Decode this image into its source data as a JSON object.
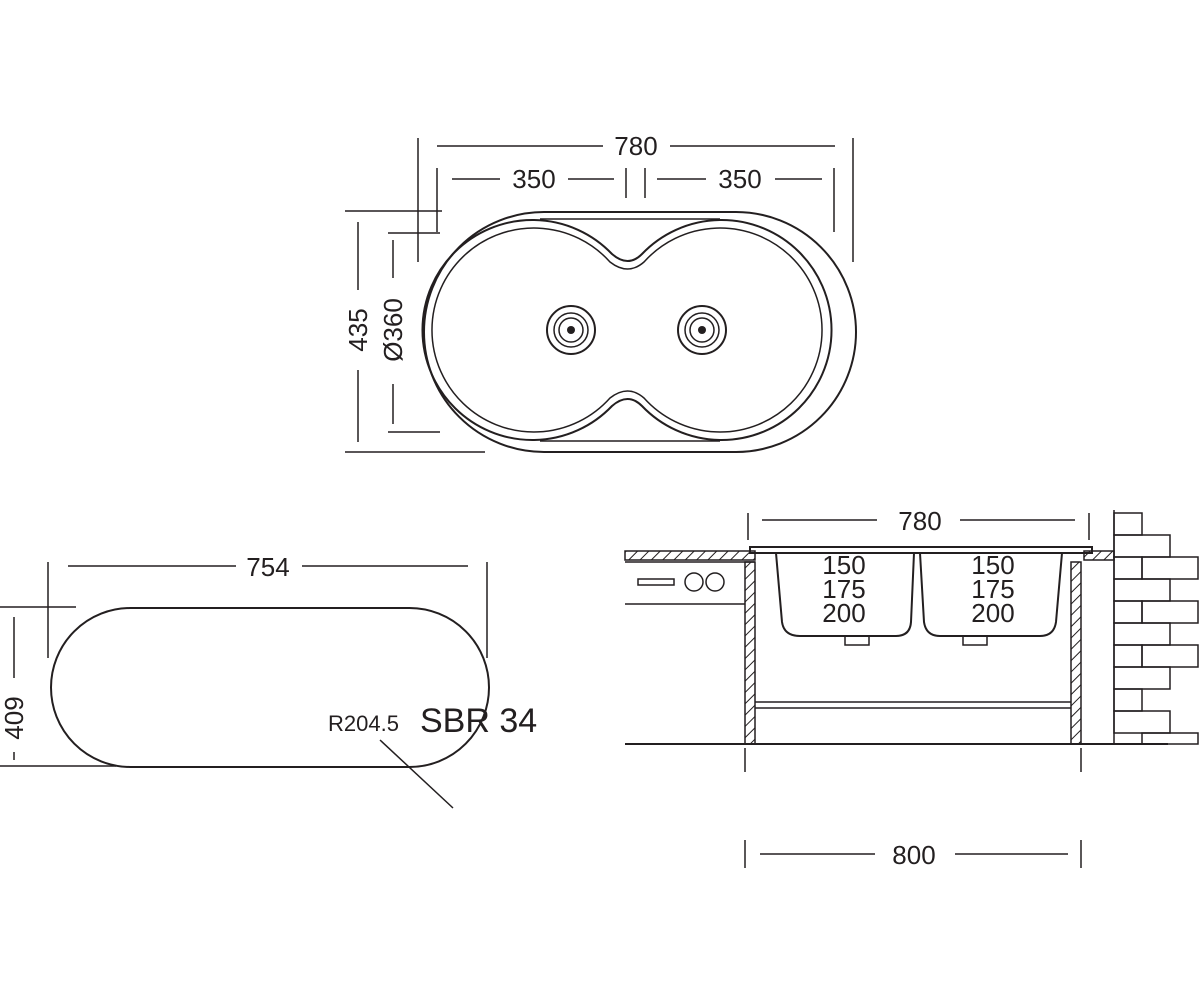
{
  "top_view": {
    "overall_width": "780",
    "bowl_left_width": "350",
    "bowl_right_width": "350",
    "overall_depth": "435",
    "bowl_diameter": "Ø360"
  },
  "cutout_view": {
    "width": "754",
    "depth": "409",
    "radius": "R204.5"
  },
  "model": {
    "name": "SBR 34"
  },
  "section_view": {
    "top_width": "780",
    "cabinet_width": "800",
    "bowl_depths_left": [
      "150",
      "175",
      "200"
    ],
    "bowl_depths_right": [
      "150",
      "175",
      "200"
    ]
  }
}
